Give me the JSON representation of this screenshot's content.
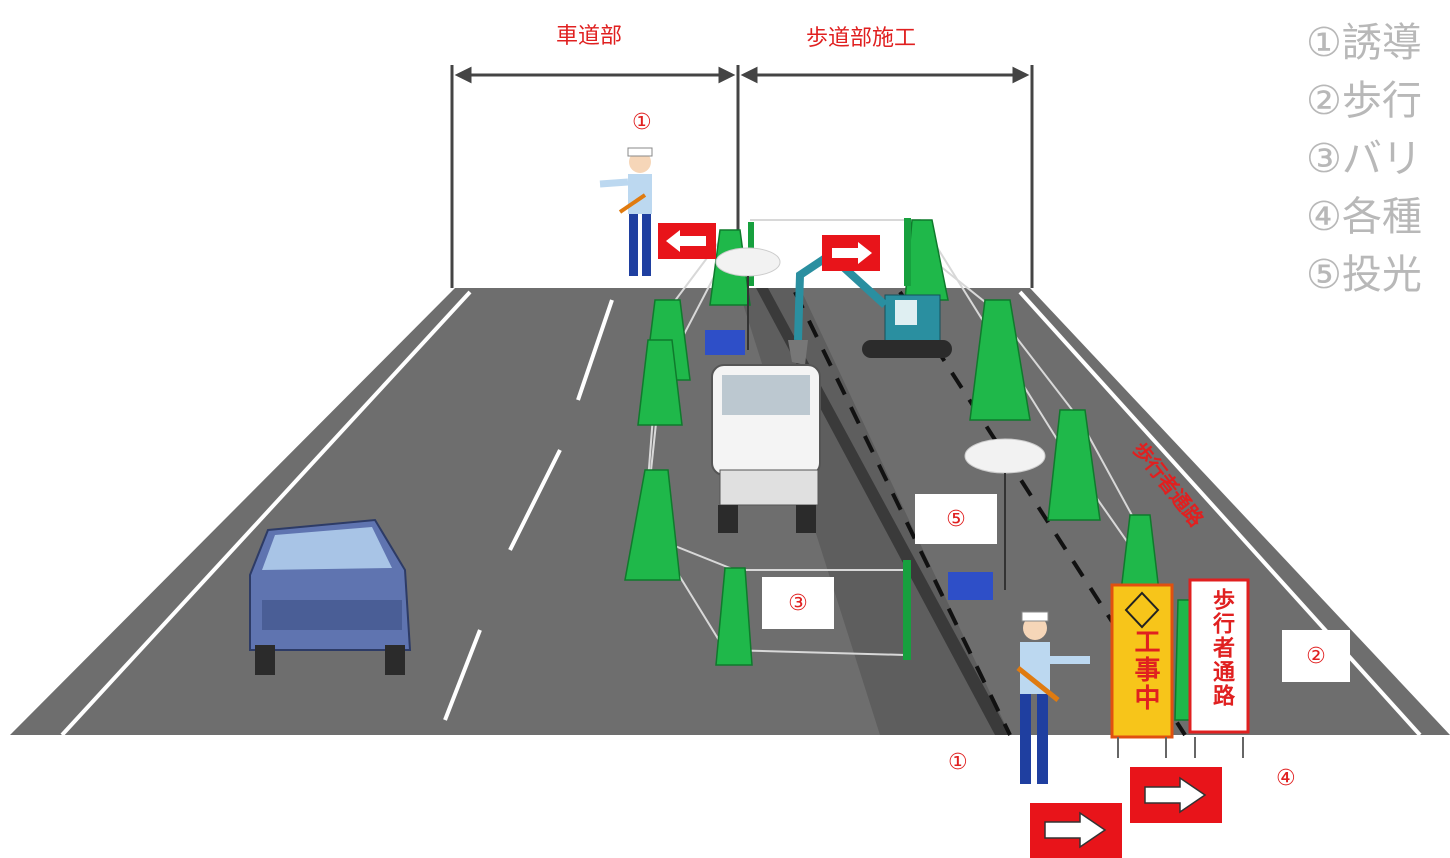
{
  "dimensions": {
    "roadway_label": "車道部",
    "sidewalk_label": "歩道部施工"
  },
  "markers": {
    "flagger_top": "①",
    "flagger_bottom": "①",
    "barrier": "③",
    "light": "⑤",
    "pedestrian_sign": "②",
    "signs": "④"
  },
  "pedestrian_path_label": "歩行者通路",
  "signboards": {
    "construction": "工事中",
    "pedestrian": "歩行者通路"
  },
  "legend": [
    "①誘導",
    "②歩行",
    "③バリ",
    "④各種",
    "⑤投光"
  ],
  "colors": {
    "road": "#6e6e6e",
    "barrier_green": "#1fb84a",
    "label_red": "#e02020",
    "legend_gray": "#b8b8b8",
    "arrow_sign_red": "#e8141a"
  }
}
